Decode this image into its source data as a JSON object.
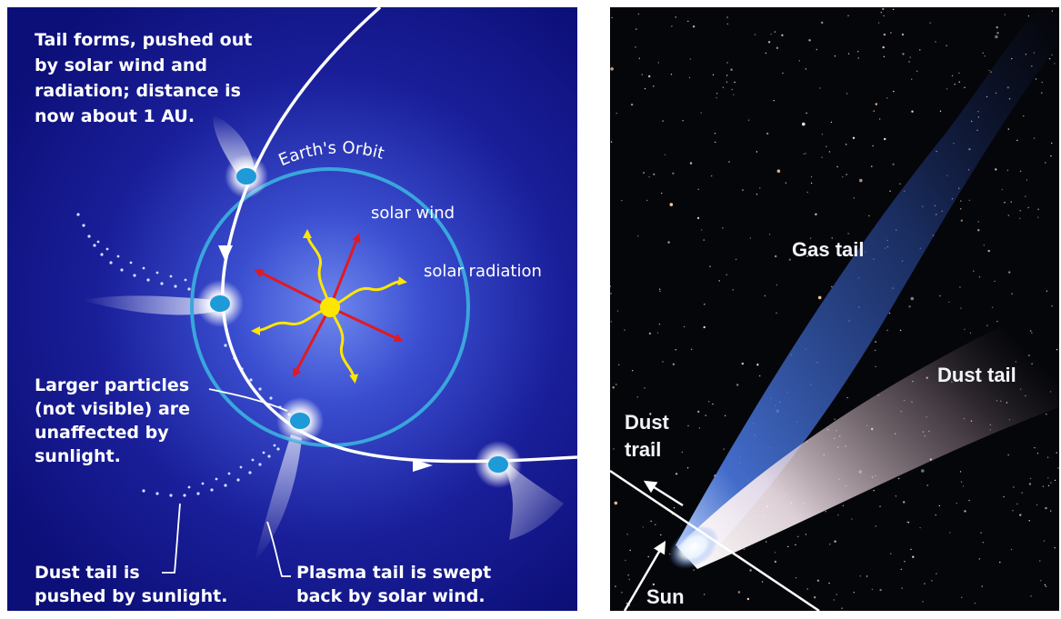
{
  "left_diagram": {
    "tail_forms_lines": [
      "Tail forms, pushed out",
      "by solar wind and",
      "radiation; distance is",
      "now about 1 AU."
    ],
    "earth_orbit_label": "Earth's Orbit",
    "solar_wind_label": "solar wind",
    "solar_radiation_label": "solar radiation",
    "larger_particles_lines": [
      "Larger particles",
      "(not visible) are",
      "unaffected by",
      "sunlight."
    ],
    "dust_tail_lines": [
      "Dust tail is",
      "pushed by sunlight."
    ],
    "plasma_tail_lines": [
      "Plasma tail is swept",
      "back by solar wind."
    ],
    "colors": {
      "background": "#0c0f78",
      "orbit": "#3aa6dc",
      "comet_path": "#ffffff",
      "sun": "#ffe600",
      "wind_arrows": "#e01a22",
      "radiation_arrows": "#ffe600",
      "comet_nucleus": "#1e9ad8"
    }
  },
  "right_photo": {
    "gas_tail_label": "Gas tail",
    "dust_tail_label": "Dust tail",
    "dust_trail_lines": [
      "Dust",
      "trail"
    ],
    "sun_label": "Sun",
    "colors": {
      "sky": "#05060a",
      "gas_tail": "#3c62c8",
      "dust_tail": "#f0dde4"
    }
  }
}
